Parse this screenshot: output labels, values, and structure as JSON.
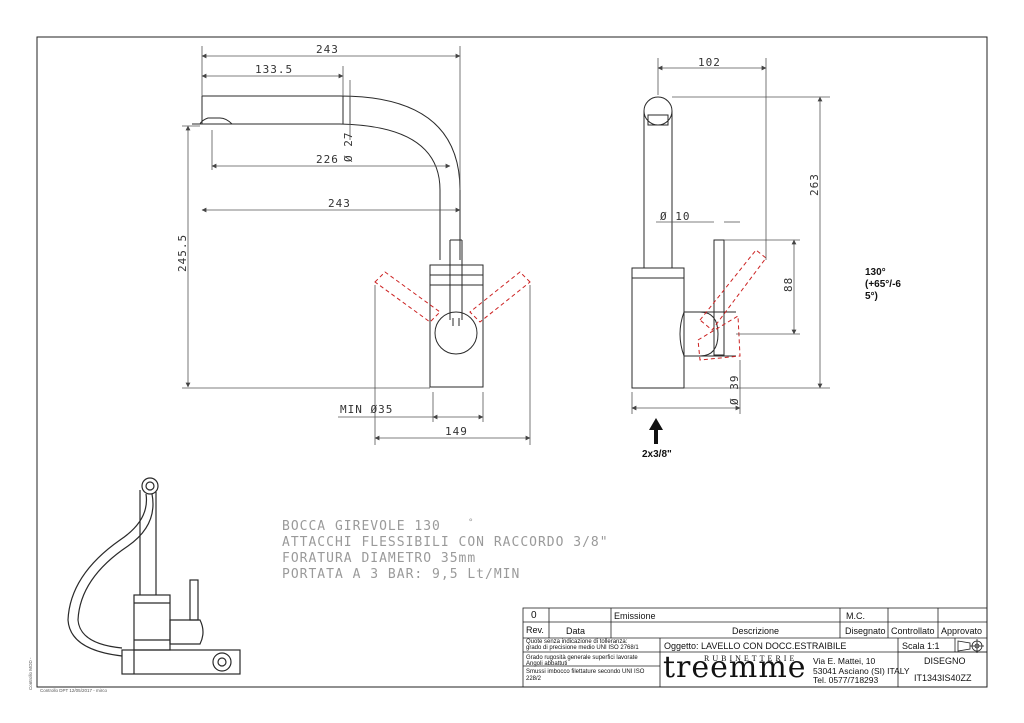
{
  "dimensions": {
    "front": {
      "total_reach_top": "243",
      "spout_length": "133.5",
      "reach_226": "226",
      "spout_diameter": "Ø 27",
      "reach_243": "243",
      "height": "245.5",
      "min_hole": "MIN Ø35",
      "handle_span": "149"
    },
    "side": {
      "depth": "102",
      "height": "263",
      "lever_diameter": "Ø 10",
      "lever_height": "88",
      "base_diameter": "Ø 39",
      "connection": "2x3/8\""
    },
    "rotation_note": [
      "130°",
      "(+65°/-6",
      "5°)"
    ]
  },
  "notes": [
    "BOCCA GIREVOLE 130",
    "°",
    "ATTACCHI FLESSIBILI CON RACCORDO 3/8\"",
    "FORATURA DIAMETRO 35mm",
    "PORTATA A 3 BAR: 9,5 Lt/MIN"
  ],
  "title_block": {
    "rev_value": "0",
    "rev_description": "Emissione",
    "rev_drawn": "M.C.",
    "headers": {
      "rev": "Rev.",
      "date": "Data",
      "description": "Descrizione",
      "drawn": "Disegnato",
      "checked": "Controllato",
      "approved": "Approvato"
    },
    "tolerances": [
      "Quote senza indicazione di tolleranza:",
      "grado di precisione medio UNI ISO 2768/1",
      "Grado rugosità generale superfici lavorate",
      "Angoli abbattuti",
      "Smussi imbocco filettature secondo UNI ISO",
      "228/2"
    ],
    "subject": "Oggetto: LAVELLO CON DOCC.ESTRAIBILE",
    "brand_tagline": "RUBINETTERIE",
    "brand": "treemme",
    "address": [
      "Via E. Mattei, 10",
      "53041 Asciano (SI) ITALY",
      "Tel. 0577/718293"
    ],
    "scale": "Scala 1:1",
    "drawing_label": "DISEGNO",
    "drawing_number": "IT1343IS40ZZ"
  },
  "margin_text": {
    "left_vertical": "Controllo MOD -",
    "bottom": "Controllo DPT 12/05/2017 - mirco"
  },
  "colors": {
    "line": "#2a2a2a",
    "dim_line": "#555555",
    "hidden": "#cc2222",
    "note": "#9a9a9a"
  }
}
